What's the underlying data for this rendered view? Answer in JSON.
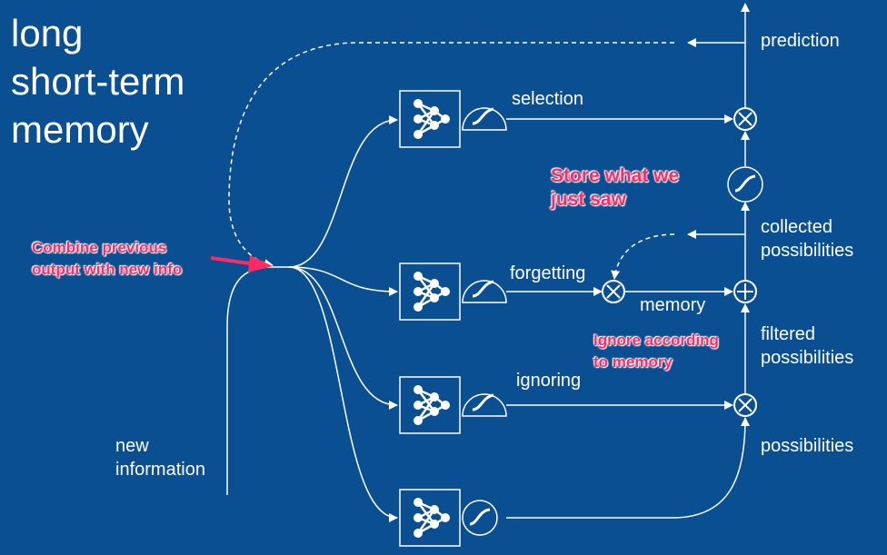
{
  "title_lines": [
    "long",
    "short-term",
    "memory"
  ],
  "labels": {
    "prediction": "prediction",
    "selection": "selection",
    "forgetting": "forgetting",
    "memory": "memory",
    "ignoring": "ignoring",
    "collected_1": "collected",
    "collected_2": "possibilities",
    "filtered_1": "filtered",
    "filtered_2": "possibilities",
    "possibilities": "possibilities",
    "new_1": "new",
    "new_2": "information"
  },
  "annotations": {
    "combine_1": "Combine previous",
    "combine_2": "output with new info",
    "store_1": "Store what we",
    "store_2": "just saw",
    "ignore_1": "Ignore according",
    "ignore_2": "to memory"
  },
  "colors": {
    "background": "#0b4f93",
    "line": "#ffffff",
    "annotation": "#ff2a63"
  },
  "icons": {
    "network": "neural-network-icon",
    "squash": "squash-function-icon",
    "multiply": "multiply-icon",
    "add": "add-icon"
  }
}
